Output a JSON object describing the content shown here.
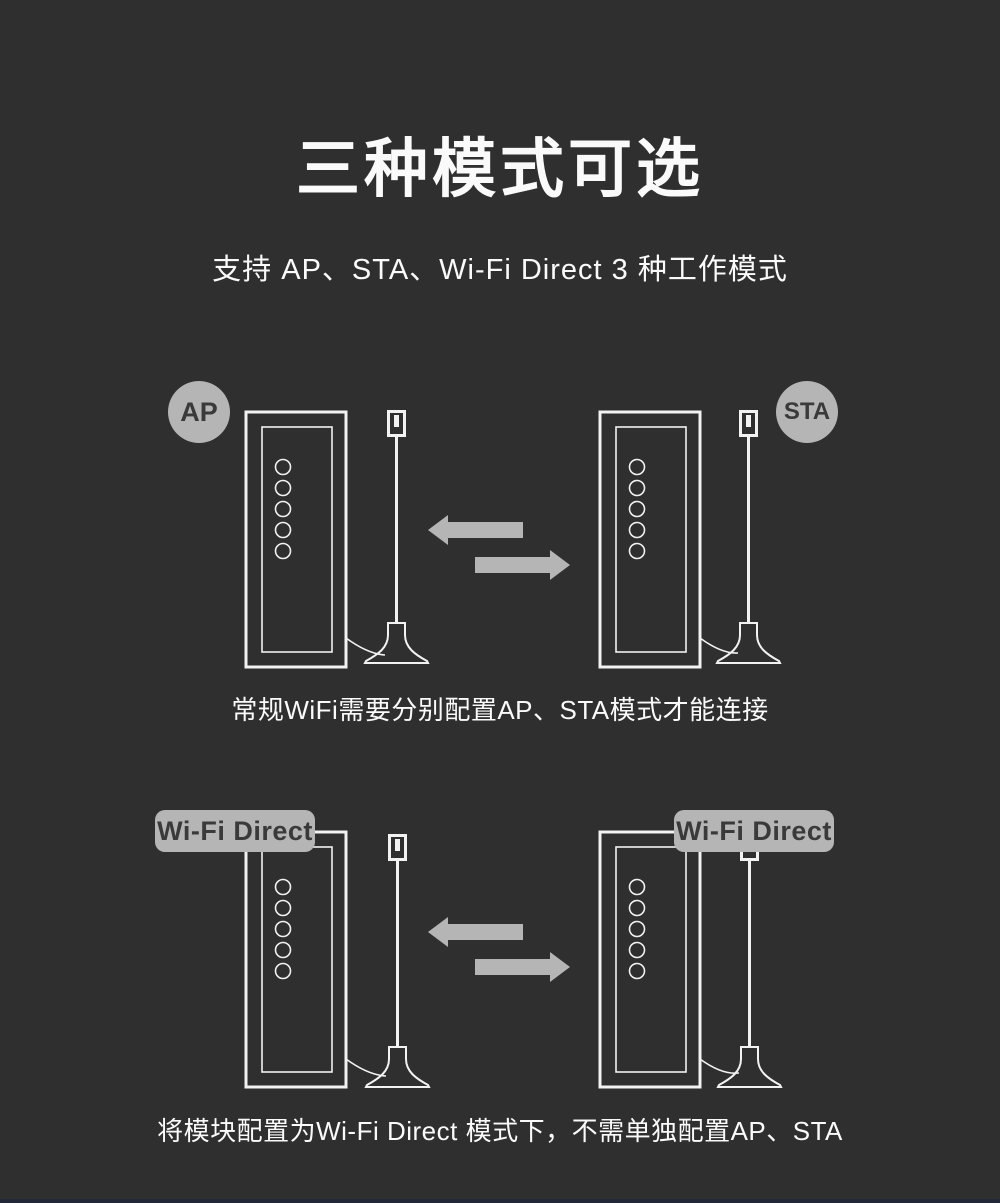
{
  "header": {
    "title": "三种模式可选",
    "subtitle": "支持 AP、STA、Wi-Fi Direct 3 种工作模式"
  },
  "diagram1": {
    "badge_left": "AP",
    "badge_right": "STA",
    "caption": "常规WiFi需要分别配置AP、STA模式才能连接"
  },
  "diagram2": {
    "badge_left": "Wi-Fi Direct",
    "badge_right": "Wi-Fi Direct",
    "caption": "将模块配置为Wi-Fi Direct 模式下，不需单独配置AP、STA"
  },
  "icons": {
    "wifi_module": "outlined wifi module with five connector holes",
    "usb_antenna": "whip antenna on trumpet base with cable",
    "transfer_arrows": "bidirectional exchange arrows"
  },
  "colors": {
    "background": "#2f2f2f",
    "line": "#f2f2f2",
    "accent": "#b5b5b5",
    "badge_text": "#3a3a3a",
    "text": "#fafafa",
    "footer_strip": "#232838"
  }
}
